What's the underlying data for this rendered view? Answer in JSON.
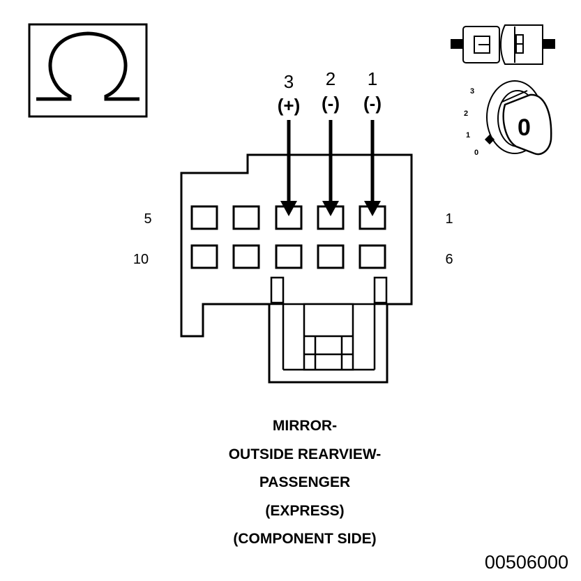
{
  "omega_symbol": "Ω",
  "pin_callouts": [
    {
      "number": "3",
      "polarity": "(+)"
    },
    {
      "number": "2",
      "polarity": "(-)"
    },
    {
      "number": "1",
      "polarity": "(-)"
    }
  ],
  "row_labels": {
    "top_left": "5",
    "top_right": "1",
    "bottom_left": "10",
    "bottom_right": "6"
  },
  "ignition_key": {
    "positions": [
      "3",
      "2",
      "1",
      "0"
    ],
    "key_face": "0"
  },
  "caption_lines": [
    "MIRROR-",
    "OUTSIDE REARVIEW-",
    "PASSENGER",
    "(EXPRESS)",
    "(COMPONENT SIDE)"
  ],
  "figure_number": "00506000",
  "colors": {
    "ink": "#000000",
    "background": "#ffffff"
  }
}
